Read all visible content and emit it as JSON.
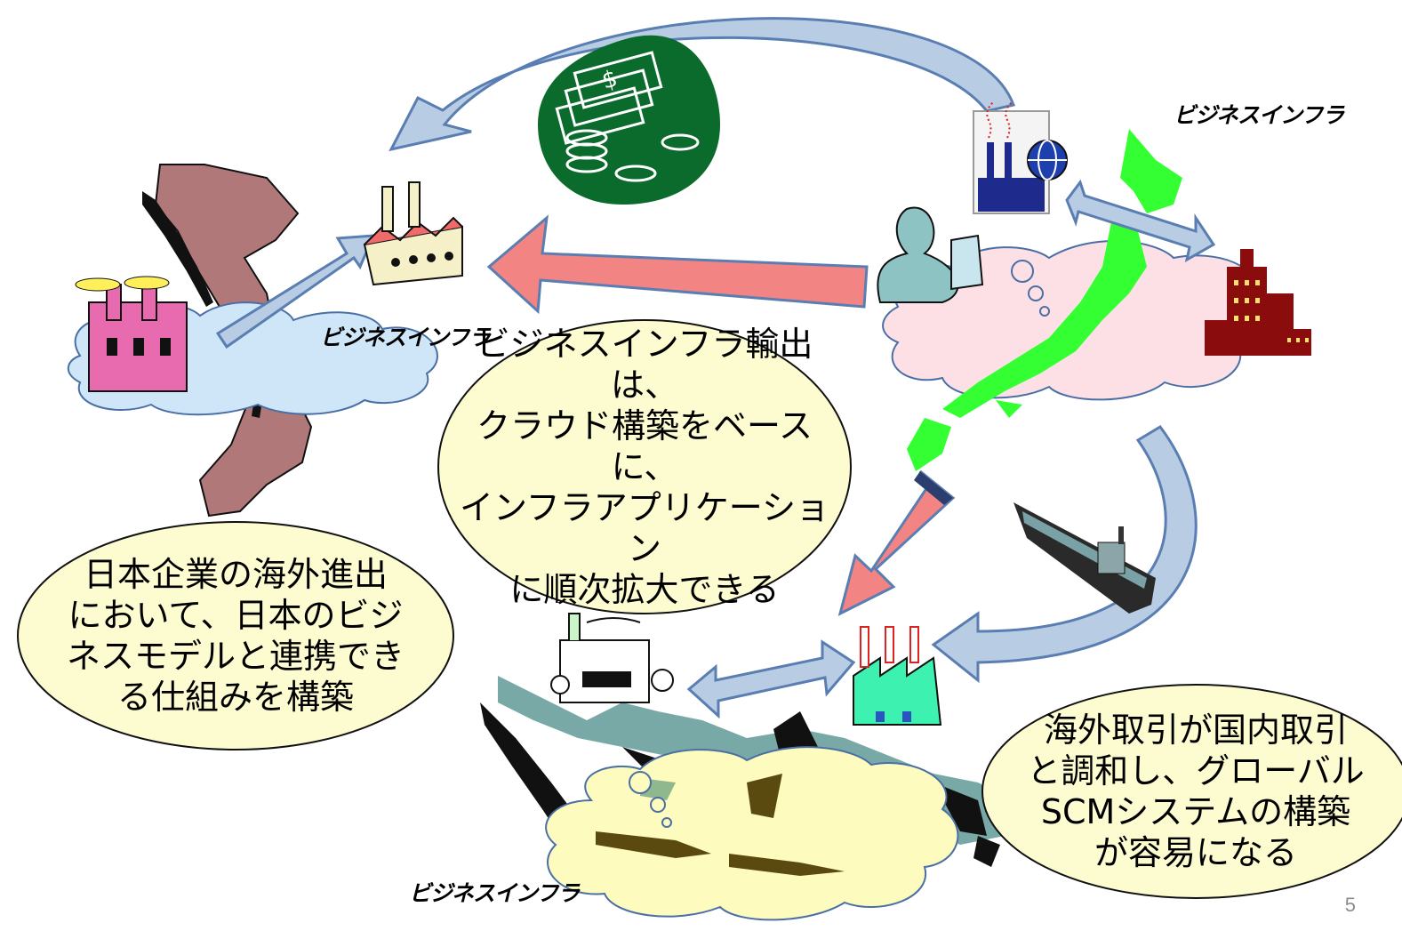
{
  "labels": {
    "infra_top_right": "ビジネスインフラ",
    "infra_left": "ビジネスインフラ",
    "infra_bottom": "ビジネスインフラ"
  },
  "bubbles": {
    "center": "ビジネスインフラ輸出は、\nクラウド構築をベースに、\nインフラアプリケーション\nに順次拡大できる",
    "left": "日本企業の海外進出\nにおいて、日本のビジ\nネスモデルと連携でき\nる仕組みを構築",
    "right": "海外取引が国内取引\nと調和し、グローバル\nSCMシステムの構築\nが容易になる"
  },
  "page_number": "5",
  "colors": {
    "bubble_fill": "#fdfbd0",
    "arrow_red": "#f28484",
    "arrow_blue": "#b8cce4",
    "arrow_blue_stroke": "#5a7eb2",
    "money_green": "#0b6b2c",
    "japan_green": "#33ff33",
    "vietnam": "#b07878",
    "indonesia": "#79a9a6",
    "cloud_pink": "#fde0e6",
    "cloud_blue": "#cfe6f8",
    "cloud_yellow": "#fdfbbe"
  },
  "icons": [
    "money-icon",
    "factory-icon",
    "globe-icon",
    "office-building-icon",
    "ship-icon",
    "businessman-icon"
  ]
}
